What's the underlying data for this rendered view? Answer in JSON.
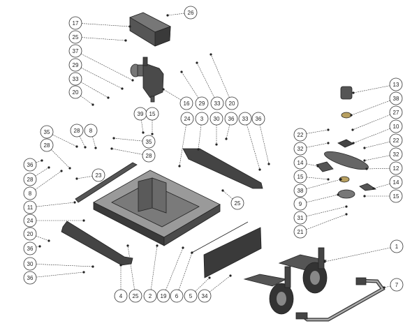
{
  "diagram": {
    "type": "exploded-parts-diagram",
    "callouts": [
      "17",
      "26",
      "25",
      "37",
      "29",
      "33",
      "20",
      "16",
      "29",
      "33",
      "20",
      "39",
      "15",
      "24",
      "3",
      "30",
      "36",
      "33",
      "36",
      "35",
      "28",
      "8",
      "28",
      "35",
      "28",
      "36",
      "23",
      "28",
      "8",
      "11",
      "24",
      "20",
      "36",
      "30",
      "36",
      "4",
      "25",
      "2",
      "19",
      "6",
      "5",
      "34",
      "13",
      "38",
      "27",
      "10",
      "22",
      "32",
      "12",
      "14",
      "15",
      "22",
      "32",
      "14",
      "15",
      "38",
      "9",
      "31",
      "21",
      "25",
      "1",
      "7"
    ],
    "colors": {
      "part_dark": "#3a3a3a",
      "part_mid": "#6b6b6b",
      "part_light": "#9a9a9a",
      "washer": "#b8a060",
      "line": "#333333"
    }
  }
}
